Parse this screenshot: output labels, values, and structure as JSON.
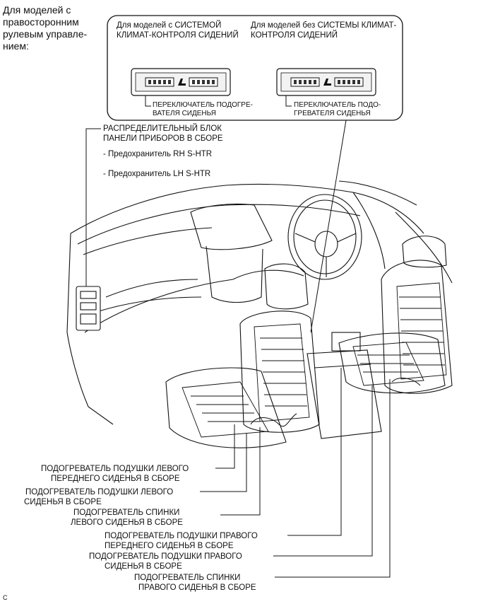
{
  "header": {
    "rhd_note": "Для моделей с правосторонним рулевым управле-нием:"
  },
  "inset": {
    "with_system_title": "Для моделей с СИСТЕМОЙ КЛИМАТ-КОНТРОЛЯ СИДЕНИЙ",
    "without_system_title": "Для моделей без СИСТЕМЫ КЛИМАТ-КОНТРОЛЯ СИДЕНИЙ",
    "switch_label_1_line1": "ПЕРЕКЛЮЧАТЕЛЬ ПОДОГРЕ-",
    "switch_label_1_line2": "ВАТЕЛЯ СИДЕНЬЯ",
    "switch_label_2_line1": "ПЕРЕКЛЮЧАТЕЛЬ ПОДО-",
    "switch_label_2_line2": "ГРЕВАТЕЛЯ СИДЕНЬЯ"
  },
  "junction_block": {
    "line1": "РАСПРЕДЕЛИТЕЛЬНЫЙ БЛОК",
    "line2": "ПАНЕЛИ ПРИБОРОВ В СБОРЕ",
    "fuse_rh": "- Предохранитель RH S-HTR",
    "fuse_lh": "- Предохранитель LH S-HTR"
  },
  "callouts": [
    {
      "line1": "ПОДОГРЕВАТЕЛЬ ПОДУШКИ ЛЕВОГО",
      "line2": "ПЕРЕДНЕГО СИДЕНЬЯ В СБОРЕ"
    },
    {
      "line1": "ПОДОГРЕВАТЕЛЬ ПОДУШКИ ЛЕВОГО",
      "line2": "СИДЕНЬЯ В СБОРЕ"
    },
    {
      "line1": "ПОДОГРЕВАТЕЛЬ СПИНКИ",
      "line2": "ЛЕВОГО СИДЕНЬЯ В СБОРЕ"
    },
    {
      "line1": "ПОДОГРЕВАТЕЛЬ ПОДУШКИ ПРАВОГО",
      "line2": "ПЕРЕДНЕГО СИДЕНЬЯ В СБОРЕ"
    },
    {
      "line1": "ПОДОГРЕВАТЕЛЬ ПОДУШКИ ПРАВОГО",
      "line2": "СИДЕНЬЯ В СБОРЕ"
    },
    {
      "line1": "ПОДОГРЕВАТЕЛЬ СПИНКИ",
      "line2": "ПРАВОГО СИДЕНЬЯ В СБОРЕ"
    }
  ],
  "corner_mark": "C"
}
